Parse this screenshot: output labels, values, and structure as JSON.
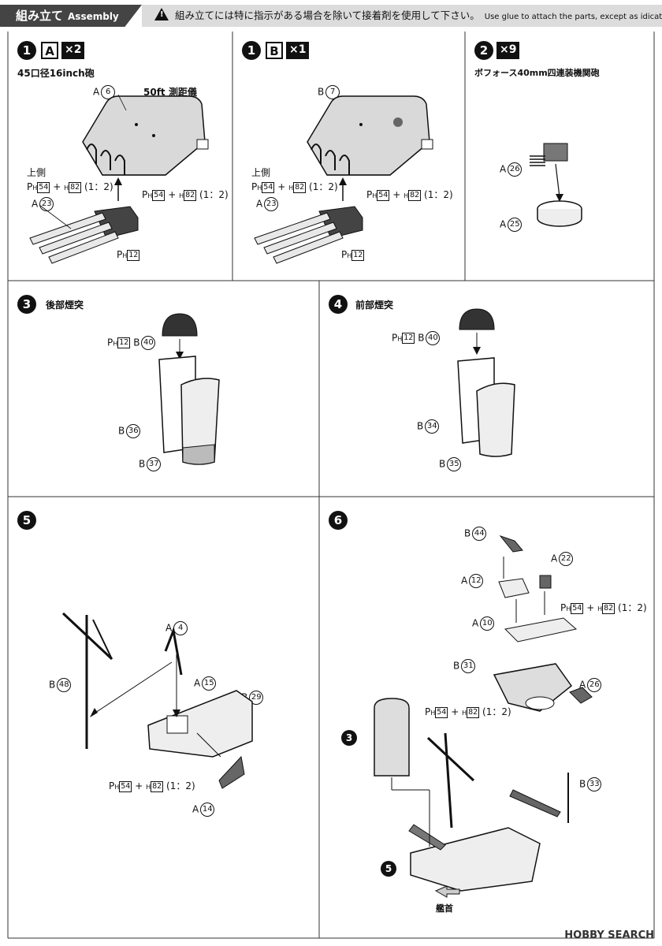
{
  "header": {
    "title_jp": "組み立て",
    "title_en": "Assembly",
    "note_jp": "組み立てには特に指示がある場合を除いて接着剤を使用して下さい。",
    "note_en": "Use glue to attach the parts, except as idicated."
  },
  "step1a": {
    "step": "1",
    "sprue": "A",
    "qty": "×2",
    "title": "45口径16inch砲",
    "rangefinder": "50ft 測距儀",
    "upper": "上側",
    "part_turret": "6",
    "part_barrels": "23",
    "glue_ph": "54",
    "glue_h": "82",
    "glue_ratio": "(1：2)",
    "ph_single": "12"
  },
  "step1b": {
    "step": "1",
    "sprue": "B",
    "qty": "×1",
    "upper": "上側",
    "part_turret": "7",
    "part_barrels": "23",
    "glue_ph": "54",
    "glue_h": "82",
    "glue_ratio": "(1：2)",
    "ph_single": "12"
  },
  "step2": {
    "step": "2",
    "qty": "×9",
    "title": "ボフォース40mm四連装機関砲",
    "part_gun": "26",
    "part_base": "25"
  },
  "step3": {
    "step": "3",
    "title": "後部煙突",
    "ph": "12",
    "part_cap": "40",
    "part_left": "36",
    "part_right": "37"
  },
  "step4": {
    "step": "4",
    "title": "前部煙突",
    "ph": "12",
    "part_cap": "40",
    "part_left": "34",
    "part_right": "35"
  },
  "step5": {
    "step": "5",
    "part_mast": "48",
    "part_a4": "4",
    "part_a15": "15",
    "part_b29": "29",
    "part_a14": "14",
    "glue_ph": "54",
    "glue_h": "82",
    "glue_ratio": "(1：2)"
  },
  "step6": {
    "step": "6",
    "part_b44": "44",
    "part_a12": "12",
    "part_a22": "22",
    "part_a10": "10",
    "part_b31": "31",
    "part_a26": "26",
    "part_b33": "33",
    "glue_ph": "54",
    "glue_h": "82",
    "glue_ratio": "(1：2)",
    "glue2_ph": "54",
    "glue2_h": "82",
    "glue2_ratio": "(1：2)",
    "ref3": "3",
    "ref5": "5",
    "bow": "艦首"
  },
  "letters": {
    "A": "A",
    "B": "B",
    "PH": "P",
    "H": "H",
    "plus": "+"
  },
  "watermark": "HOBBY SEARCH"
}
